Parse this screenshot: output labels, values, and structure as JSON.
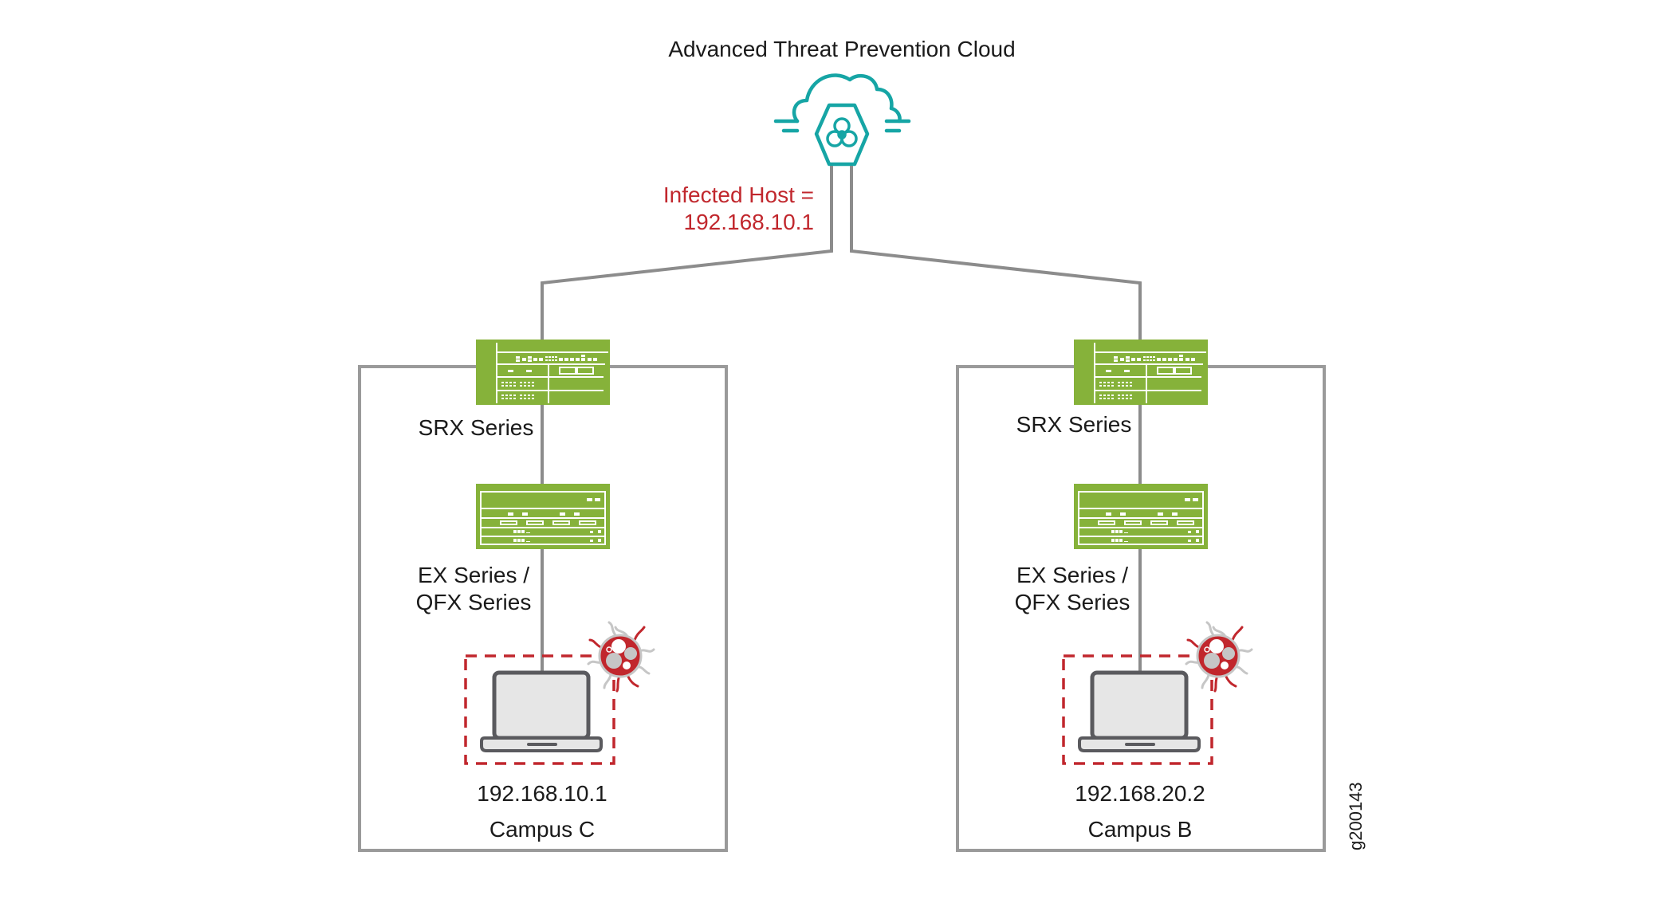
{
  "title": "Advanced Threat Prevention Cloud",
  "cloud": {
    "icon": "cloud-biohazard-icon",
    "color": "#16a5a5"
  },
  "infected_host": {
    "line1": "Infected Host =",
    "line2": "192.168.10.1",
    "color": "#c1272d"
  },
  "campuses": [
    {
      "name": "Campus C",
      "firewall_label": "SRX Series",
      "switch_label_line1": "EX Series /",
      "switch_label_line2": "QFX Series",
      "host_ip": "192.168.10.1",
      "infected": true
    },
    {
      "name": "Campus B",
      "firewall_label": "SRX Series",
      "switch_label_line1": "EX Series /",
      "switch_label_line2": "QFX Series",
      "host_ip": "192.168.20.2",
      "infected": true
    }
  ],
  "figure_id": "g200143",
  "colors": {
    "device_green": "#86b23a",
    "line_gray": "#8c8c8c",
    "malware_red": "#c1272d",
    "box_gray": "#9a9a9a"
  }
}
